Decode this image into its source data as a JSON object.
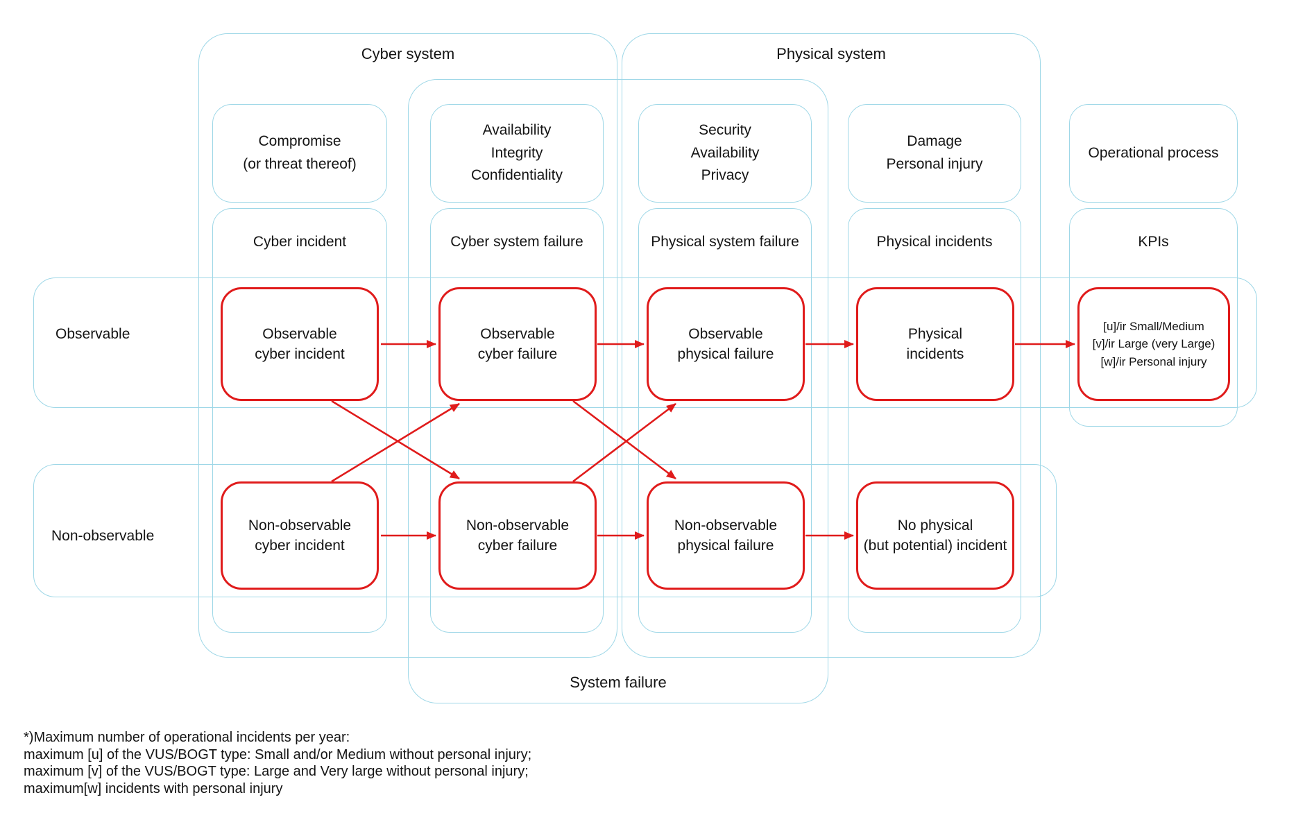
{
  "colors": {
    "accent_red": "#e01b1b",
    "container_blue": "#9ed7e7",
    "text": "#141414"
  },
  "groups": {
    "cyber_system": "Cyber system",
    "physical_system": "Physical system",
    "system_failure": "System failure"
  },
  "rows": {
    "observable": "Observable",
    "non_observable": "Non-observable"
  },
  "columns": [
    {
      "attribute": "Compromise\n(or threat thereof)",
      "label": "Cyber incident"
    },
    {
      "attribute": "Availability\nIntegrity\nConfidentiality",
      "label": "Cyber system failure"
    },
    {
      "attribute": "Security\nAvailability\nPrivacy",
      "label": "Physical system failure"
    },
    {
      "attribute": "Damage\nPersonal injury",
      "label": "Physical incidents"
    },
    {
      "attribute": "Operational process",
      "label": "KPIs"
    }
  ],
  "nodes": {
    "observable_cyber_incident": "Observable\ncyber incident",
    "observable_cyber_failure": "Observable\ncyber failure",
    "observable_physical_failure": "Observable\nphysical failure",
    "physical_incidents": "Physical\nincidents",
    "kpi_targets": "[u]/ir Small/Medium\n[v]/ir Large (very Large)\n[w]/ir Personal injury",
    "non_observable_cyber_incident": "Non-observable\ncyber incident",
    "non_observable_cyber_failure": "Non-observable\ncyber failure",
    "non_observable_physical_failure": "Non-observable\nphysical failure",
    "no_physical_incident": "No physical\n(but potential) incident"
  },
  "footnote": {
    "lines": [
      "*)Maximum number of operational incidents per year:",
      "maximum [u] of the VUS/BOGT type: Small and/or Medium without personal injury;",
      "maximum [v] of the VUS/BOGT type: Large and Very large without personal injury;",
      "maximum[w] incidents with personal injury"
    ]
  }
}
